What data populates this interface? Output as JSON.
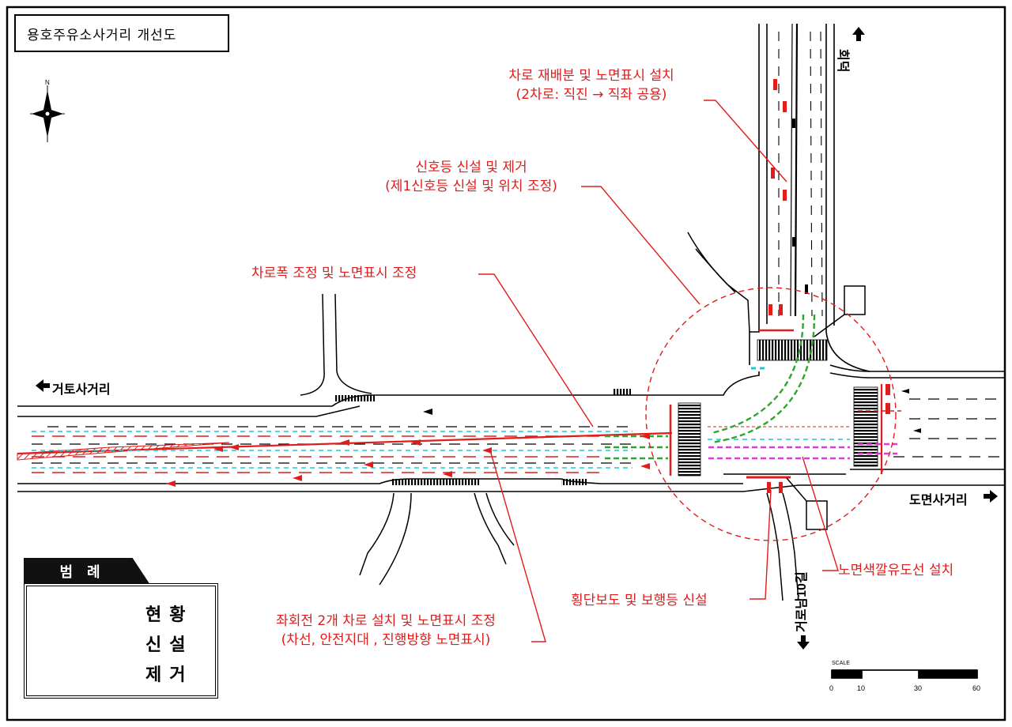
{
  "title": "용호주유소사거리  개선도",
  "north_label": "N",
  "annotations": {
    "lane_realloc_l1": "차로 재배분 및 노면표시  설치",
    "lane_realloc_l2": "(2차로: 직진 → 직좌 공용)",
    "signal_l1": "신호등 신설 및 제거",
    "signal_l2": "(제1신호등 신설 및 위치 조정)",
    "lane_width": "차로폭 조정 및 노면표시 조정",
    "left_turn_l1": "좌회전 2개 차로 설치 및 노면표시 조정",
    "left_turn_l2": "(차선, 안전지대 , 진행방향 노면표시)",
    "crosswalk": "횡단보도 및 보행등 신설",
    "color_guide": "노면색깔유도선 설치"
  },
  "directions": {
    "west": "거토사거리",
    "east": "도면사거리",
    "north": "회덕",
    "south": "거로남10길"
  },
  "legend": {
    "header": "범례",
    "items": [
      {
        "label": "현황",
        "color": "#000000",
        "style": "solid"
      },
      {
        "label": "신설",
        "color": "#e21b1b",
        "style": "solid"
      },
      {
        "label": "제거",
        "color": "#19c9d6",
        "style": "dashed"
      }
    ]
  },
  "scale": {
    "title": "SCALE",
    "ticks": [
      "0",
      "10",
      "30",
      "60"
    ]
  },
  "colors": {
    "existing": "#000000",
    "new": "#e21b1b",
    "removed": "#19c9d6",
    "guide_green": "#2ea52e",
    "guide_magenta": "#e23ad6"
  }
}
